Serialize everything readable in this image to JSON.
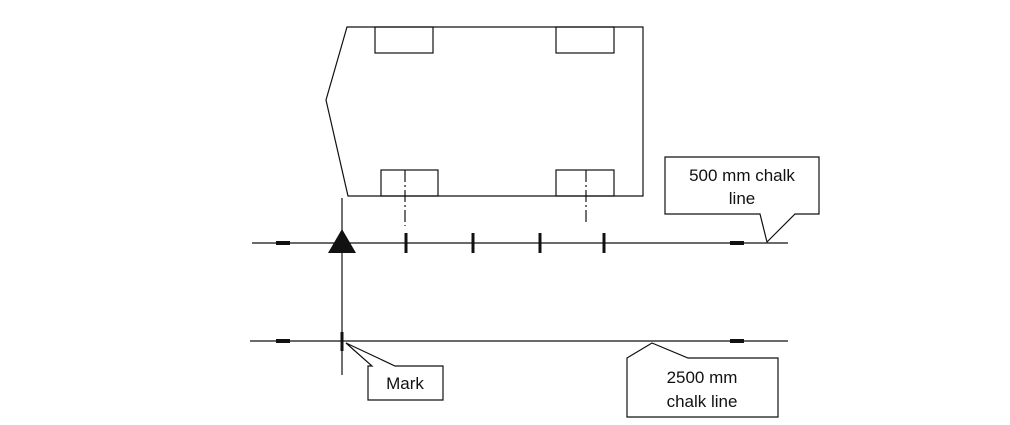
{
  "labels": {
    "top_line_callout": [
      "500 mm chalk",
      "line"
    ],
    "mark_callout": "Mark",
    "bottom_line_callout": [
      "2500 mm",
      "chalk line"
    ]
  },
  "colors": {
    "line": "#111111",
    "background": "#ffffff"
  }
}
